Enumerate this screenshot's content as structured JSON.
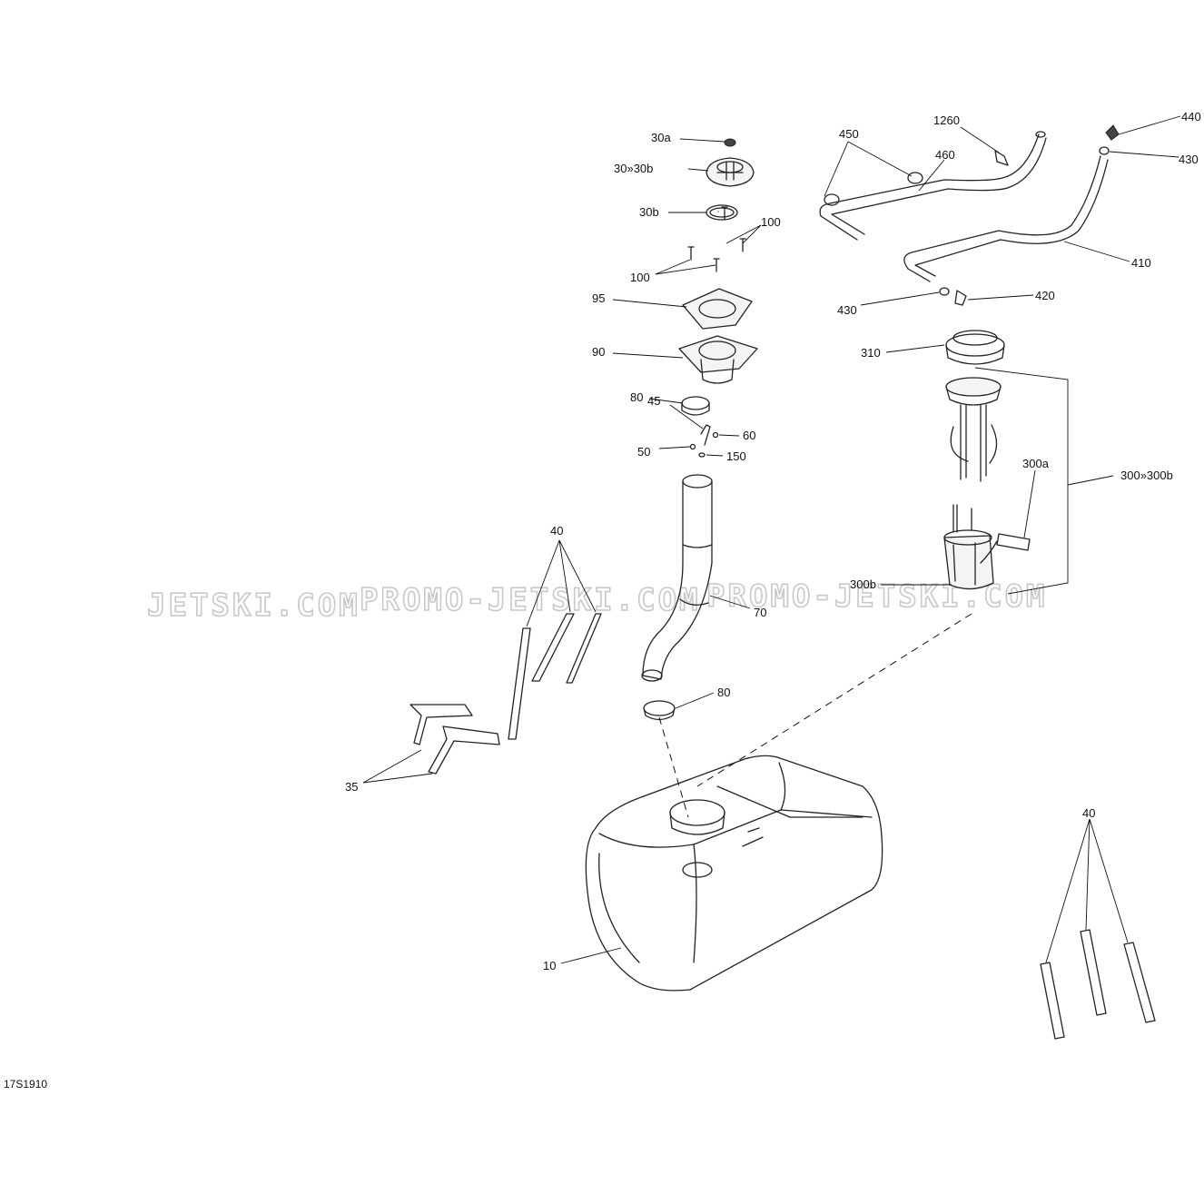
{
  "diagram_code": "17S1910",
  "watermarks": [
    "JETSKI.COM",
    "PROMO-JETSKI.COM",
    "PROMO-JETSKI.COM"
  ],
  "labels": {
    "l_30a": "30a",
    "l_30_30b": "30»30b",
    "l_30b": "30b",
    "l_100a": "100",
    "l_100b": "100",
    "l_95": "95",
    "l_90": "90",
    "l_80a": "80",
    "l_45": "45",
    "l_60": "60",
    "l_50": "50",
    "l_150": "150",
    "l_70": "70",
    "l_80b": "80",
    "l_40a": "40",
    "l_35": "35",
    "l_10": "10",
    "l_450": "450",
    "l_1260": "1260",
    "l_460": "460",
    "l_440": "440",
    "l_430a": "430",
    "l_410": "410",
    "l_430b": "430",
    "l_420": "420",
    "l_310": "310",
    "l_300a": "300a",
    "l_300_300b": "300»300b",
    "l_300b": "300b",
    "l_40b": "40"
  }
}
